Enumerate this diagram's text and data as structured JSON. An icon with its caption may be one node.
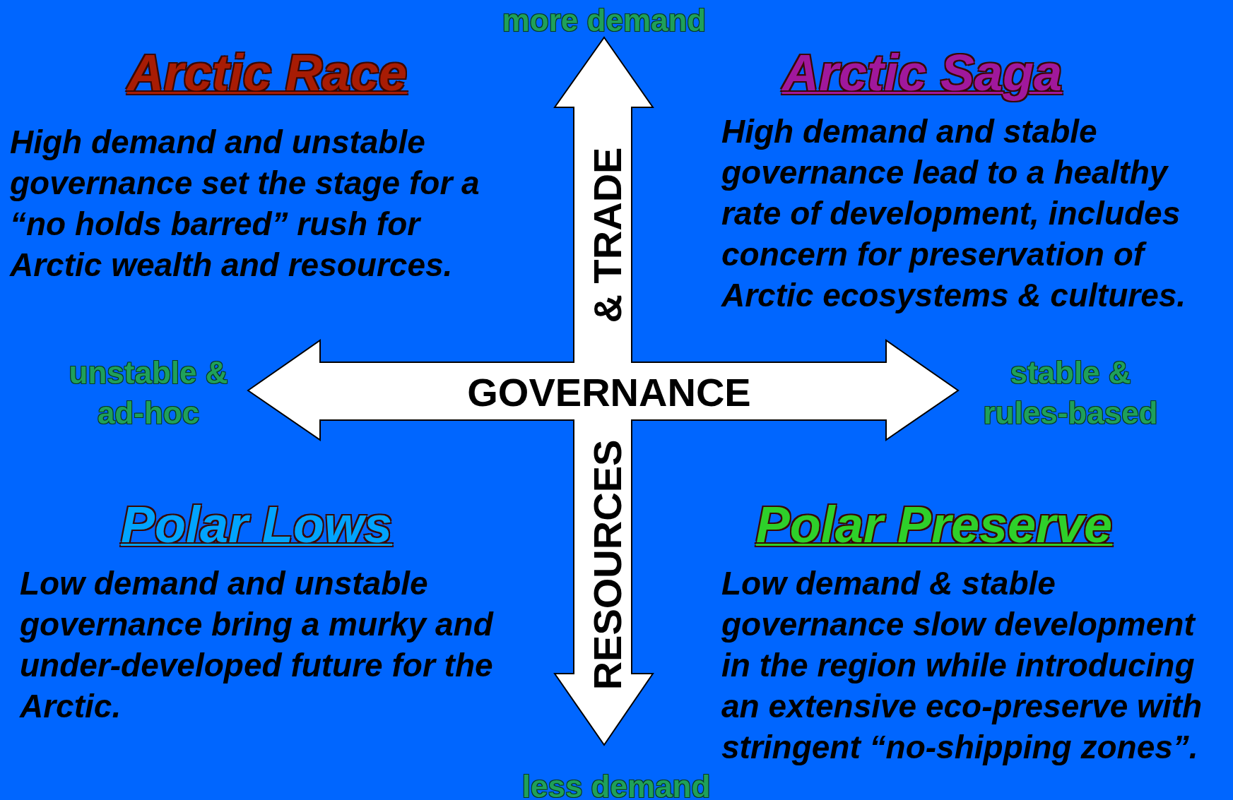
{
  "diagram": {
    "labels": [
      "more demand",
      "Arctic Race",
      "High demand and unstable governance set the stage for a “no  holds barred” rush for Arctic wealth and resources.",
      "Arctic Saga",
      "High demand and stable governance lead to a healthy rate of development, includes concern for preservation of Arctic ecosystems & cultures.",
      "& TRADE",
      "unstable & ad-hoc",
      "GOVERNANCE",
      "stable & rules-based",
      "RESOURCES",
      "Polar Lows",
      "Low demand and unstable governance bring a murky and under-developed future for the Arctic.",
      "Polar Preserve",
      "Low demand & stable governance slow development in the region while introducing an extensive eco-preserve with stringent “no-shipping zones”.",
      "less demand"
    ]
  }
}
